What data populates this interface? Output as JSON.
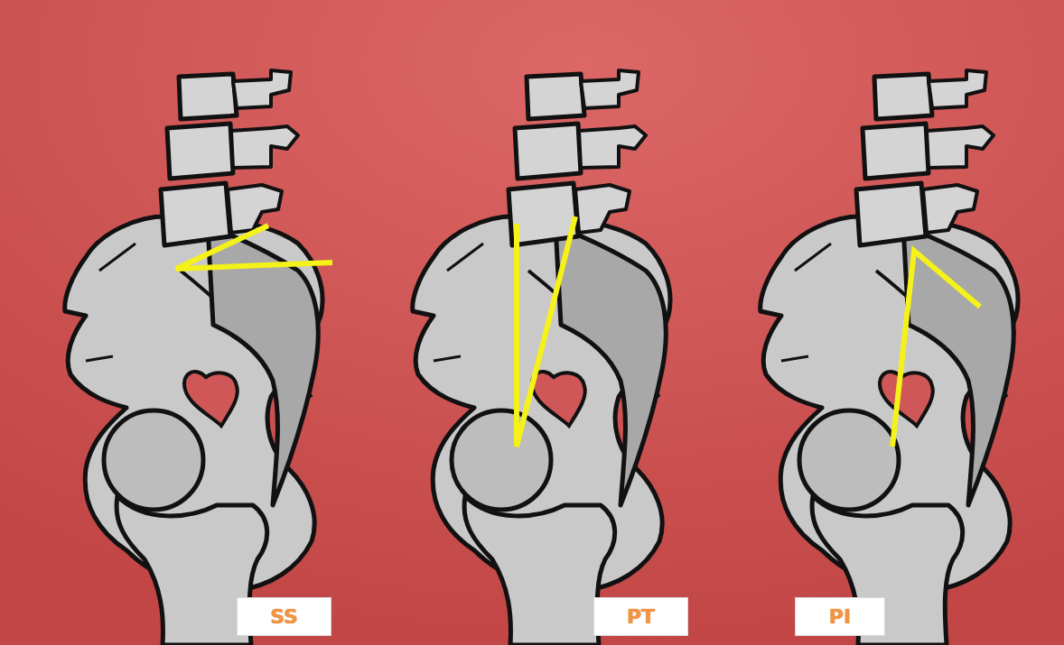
{
  "diagram": {
    "nodes": [
      {
        "text": [
          "SS"
        ]
      },
      {
        "text": [
          "PT"
        ]
      },
      {
        "text": [
          "PI"
        ]
      }
    ]
  }
}
